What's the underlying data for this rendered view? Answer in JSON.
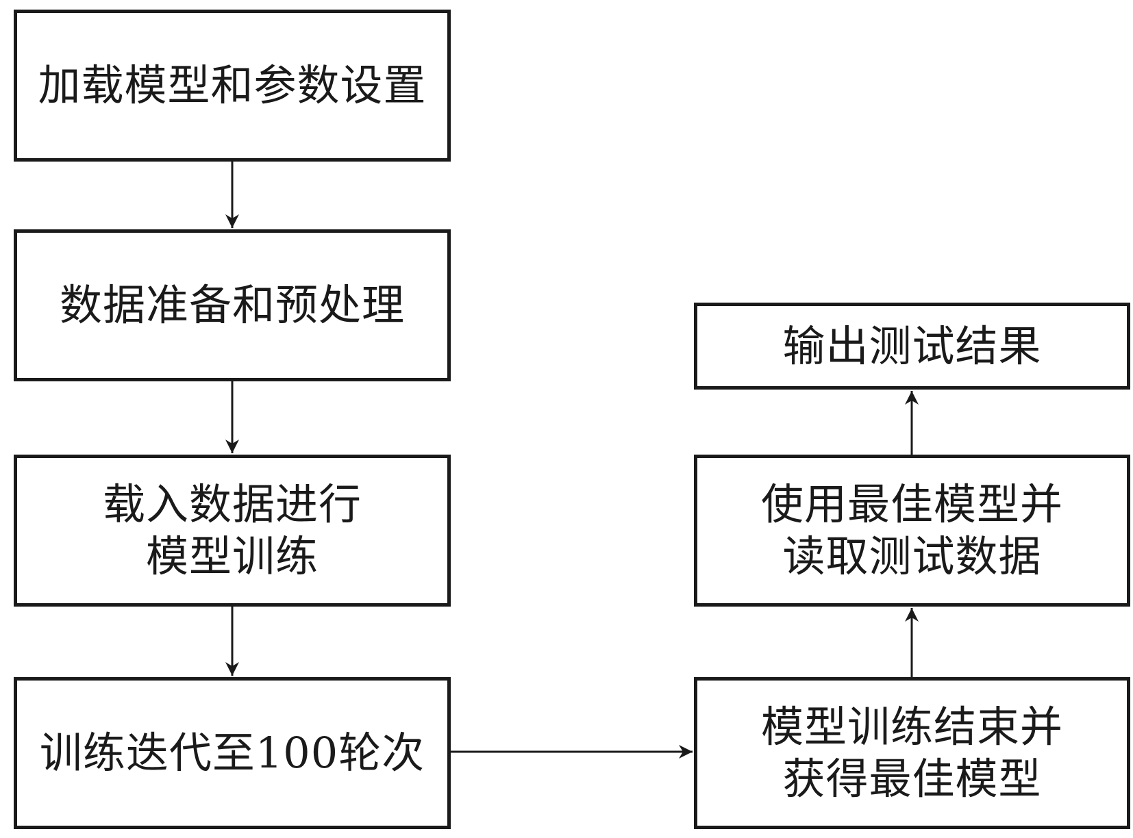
{
  "nodes": {
    "load_model": {
      "lines": [
        "加载模型和参数设置"
      ]
    },
    "data_prep": {
      "lines": [
        "数据准备和预处理"
      ]
    },
    "train": {
      "lines": [
        "载入数据进行",
        "模型训练"
      ]
    },
    "iterate": {
      "lines": [
        "训练迭代至100轮次"
      ]
    },
    "train_end": {
      "lines": [
        "模型训练结束并",
        "获得最佳模型"
      ]
    },
    "use_best": {
      "lines": [
        "使用最佳模型并",
        "读取测试数据"
      ]
    },
    "output": {
      "lines": [
        "输出测试结果"
      ]
    }
  },
  "edges": [
    {
      "from": "load_model",
      "to": "data_prep"
    },
    {
      "from": "data_prep",
      "to": "train"
    },
    {
      "from": "train",
      "to": "iterate"
    },
    {
      "from": "iterate",
      "to": "train_end"
    },
    {
      "from": "train_end",
      "to": "use_best"
    },
    {
      "from": "use_best",
      "to": "output"
    }
  ],
  "colors": {
    "stroke": "#1a1a1a",
    "background": "#ffffff"
  }
}
